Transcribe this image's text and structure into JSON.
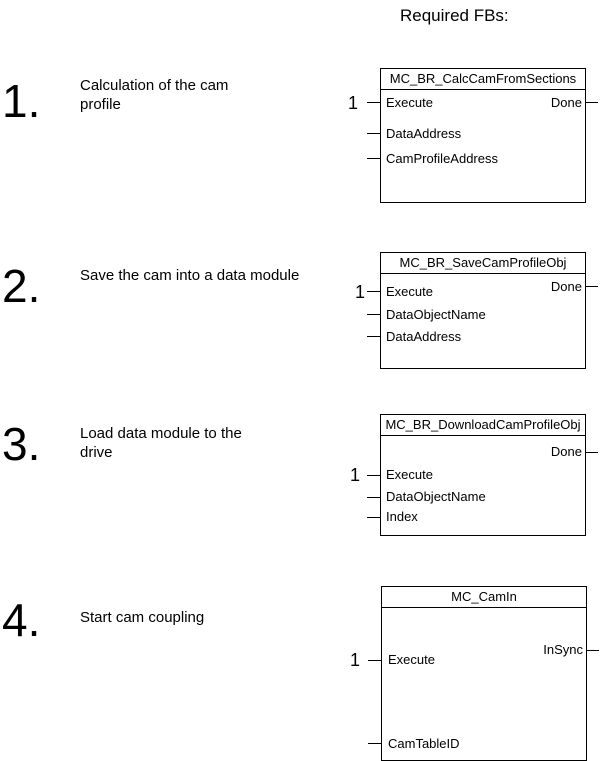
{
  "header": "Required FBs:",
  "steps": [
    {
      "number": "1.",
      "description": "Calculation of the cam profile",
      "fb": {
        "title": "MC_BR_CalcCamFromSections",
        "const": "1",
        "inputs": [
          "Execute",
          "DataAddress",
          "CamProfileAddress"
        ],
        "outputs": [
          "Done"
        ]
      }
    },
    {
      "number": "2.",
      "description": "Save the cam into a data module",
      "fb": {
        "title": "MC_BR_SaveCamProfileObj",
        "const": "1",
        "inputs": [
          "Execute",
          "DataObjectName",
          "DataAddress"
        ],
        "outputs": [
          "Done"
        ]
      }
    },
    {
      "number": "3.",
      "description": "Load data module to the drive",
      "fb": {
        "title": "MC_BR_DownloadCamProfileObj",
        "const": "1",
        "inputs": [
          "Execute",
          "DataObjectName",
          "Index"
        ],
        "outputs": [
          "Done"
        ]
      }
    },
    {
      "number": "4.",
      "description": "Start cam coupling",
      "fb": {
        "title": "MC_CamIn",
        "const": "1",
        "inputs": [
          "Execute",
          "CamTableID"
        ],
        "outputs": [
          "InSync"
        ]
      }
    }
  ]
}
